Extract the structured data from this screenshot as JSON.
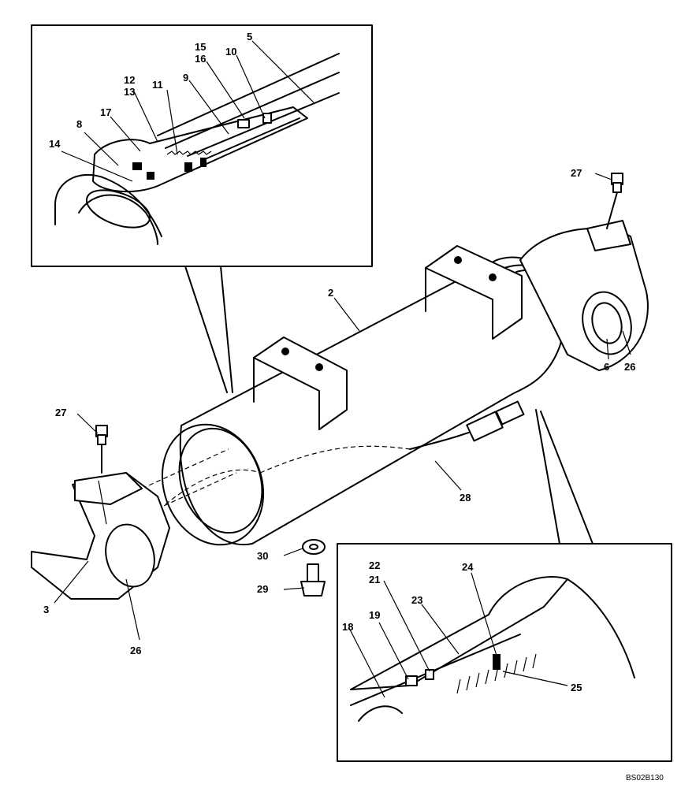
{
  "reference": "BS02B130",
  "labels": {
    "l2": "2",
    "l3": "3",
    "l5": "5",
    "l6": "6",
    "l8": "8",
    "l9": "9",
    "l10": "10",
    "l11": "11",
    "l12": "12",
    "l13": "13",
    "l14": "14",
    "l15": "15",
    "l16": "16",
    "l17": "17",
    "l18": "18",
    "l19": "19",
    "l21": "21",
    "l22": "22",
    "l23": "23",
    "l24": "24",
    "l25": "25",
    "l26a": "26",
    "l26b": "26",
    "l27a": "27",
    "l27b": "27",
    "l28": "28",
    "l29": "29",
    "l30": "30"
  }
}
